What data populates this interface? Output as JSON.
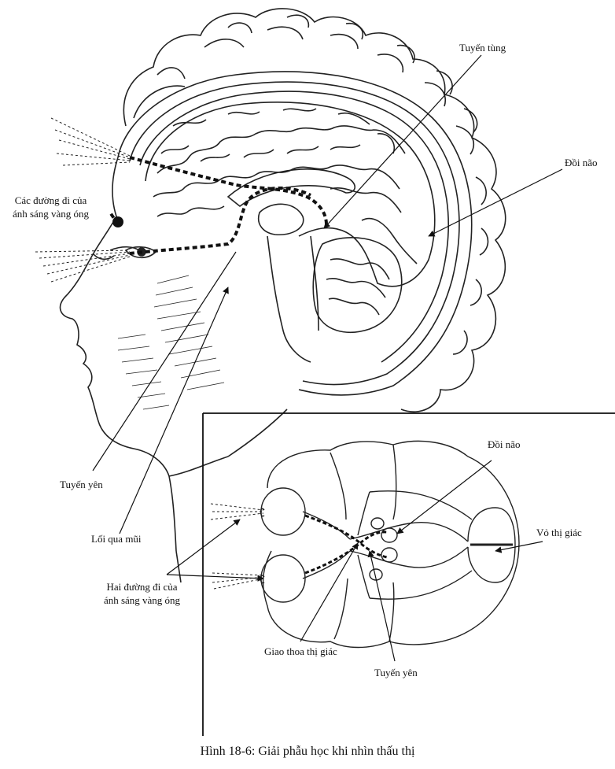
{
  "labels": {
    "pineal": "Tuyến tùng",
    "thalamus_top": "Đồi não",
    "light_paths_line1": "Các đường đi của",
    "light_paths_line2": "ánh sáng vàng óng",
    "pituitary_left": "Tuyến yên",
    "nasal_passage": "Lối qua mũi",
    "two_paths_line1": "Hai đường đi của",
    "two_paths_line2": "ánh sáng vàng óng",
    "thalamus_inset": "Đồi não",
    "visual_cortex": "Vỏ thị giác",
    "optic_chiasm": "Giao thoa thị giác",
    "pituitary_inset": "Tuyến yên"
  },
  "caption": "Hình 18-6: Giải phẫu học khi  nhìn thấu thị"
}
